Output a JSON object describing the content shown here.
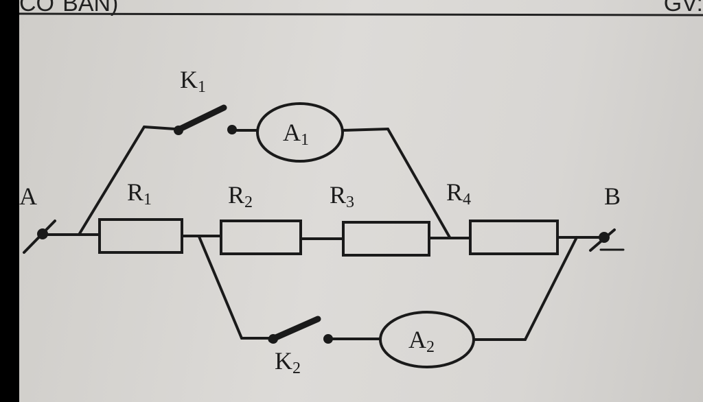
{
  "header": {
    "left_text": "CƠ BẢN)",
    "right_text": "GV:"
  },
  "circuit": {
    "terminals": [
      {
        "name": "A"
      },
      {
        "name": "B"
      }
    ],
    "resistors": [
      {
        "name": "R",
        "sub": "1"
      },
      {
        "name": "R",
        "sub": "2"
      },
      {
        "name": "R",
        "sub": "3"
      },
      {
        "name": "R",
        "sub": "4"
      }
    ],
    "switches": [
      {
        "name": "K",
        "sub": "1"
      },
      {
        "name": "K",
        "sub": "2"
      }
    ],
    "ammeters": [
      {
        "name": "A",
        "sub": "1"
      },
      {
        "name": "A",
        "sub": "2"
      }
    ]
  }
}
